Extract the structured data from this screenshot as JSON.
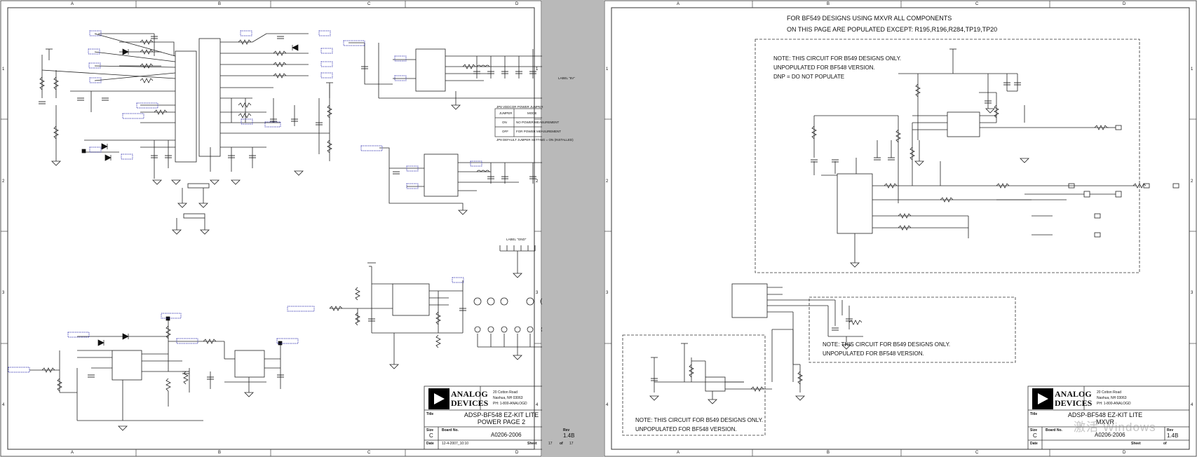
{
  "left_sheet": {
    "border_letters": [
      "A",
      "B",
      "C",
      "D"
    ],
    "border_numbers": [
      "1",
      "2",
      "3",
      "4"
    ],
    "jumper_table": {
      "title": "JP8 VDDCOR POWER JUMPER",
      "header": [
        "JUMPER",
        "MODE"
      ],
      "rows": [
        [
          "ON",
          "NO POWER MEASUREMENT"
        ],
        [
          "OFF",
          "FOR POWER MEASUREMENT"
        ]
      ],
      "footnote": "JP8 DEFAULT JUMPER SETTING = ON (INSTALLED)"
    },
    "label_gnd": "LABEL \"GND\"",
    "label_5v": "LABEL \"5V\"",
    "title_block": {
      "company": "ANALOG\nDEVICES",
      "address": "20 Cotton Road\nNashua, NH 03063\nPH: 1-800-ANALOGD",
      "title_label": "Title",
      "title": "ADSP-BF548 EZ-KIT LITE\nPOWER PAGE 2",
      "size_label": "Size",
      "size": "C",
      "board_label": "Board No.",
      "board": "A0206-2006",
      "rev_label": "Rev",
      "rev": "1.4B",
      "date_label": "Date",
      "date": "12-4-2007_10:10",
      "sheet_label": "Sheet",
      "sheet": "17",
      "of_label": "of",
      "of": "17"
    }
  },
  "right_sheet": {
    "border_letters": [
      "A",
      "B",
      "C",
      "D"
    ],
    "border_numbers": [
      "1",
      "2",
      "3",
      "4"
    ],
    "header_note_line1": "FOR BF549 DESIGNS USING MXVR ALL COMPONENTS",
    "header_note_line2": "ON THIS PAGE ARE POPULATED EXCEPT: R195,R196,R284,TP19,TP20",
    "box1_note_line1": "NOTE: THIS CIRCUIT FOR B549 DESIGNS ONLY.",
    "box1_note_line2": "UNPOPULATED FOR BF548 VERSION.",
    "box1_note_line3": "DNP = DO NOT POPULATE",
    "box2_note_line1": "NOTE: THIS CIRCUIT FOR B549 DESIGNS ONLY.",
    "box2_note_line2": "UNPOPULATED FOR BF548 VERSION.",
    "box3_note_line1": "NOTE: THIS CIRCUIT FOR B549 DESIGNS ONLY.",
    "box3_note_line2": "UNPOPULATED FOR BF548 VERSION.",
    "title_block": {
      "company": "ANALOG\nDEVICES",
      "address": "20 Cotton Road\nNashua, NH 03063\nPH: 1-800-ANALOGD",
      "title_label": "Title",
      "title": "ADSP-BF548 EZ-KIT LITE\nMXVR",
      "size_label": "Size",
      "size": "C",
      "board_label": "Board No.",
      "board": "A0206-2006",
      "rev_label": "Rev",
      "rev": "1.4B",
      "date_label": "Date",
      "sheet_label": "Sheet",
      "of_label": "of"
    },
    "watermark": "激活 Windows"
  },
  "colors": {
    "wire": "#222222",
    "net_label": "#1a1aa6",
    "background": "#b9b9b9",
    "sheet": "#ffffff"
  }
}
